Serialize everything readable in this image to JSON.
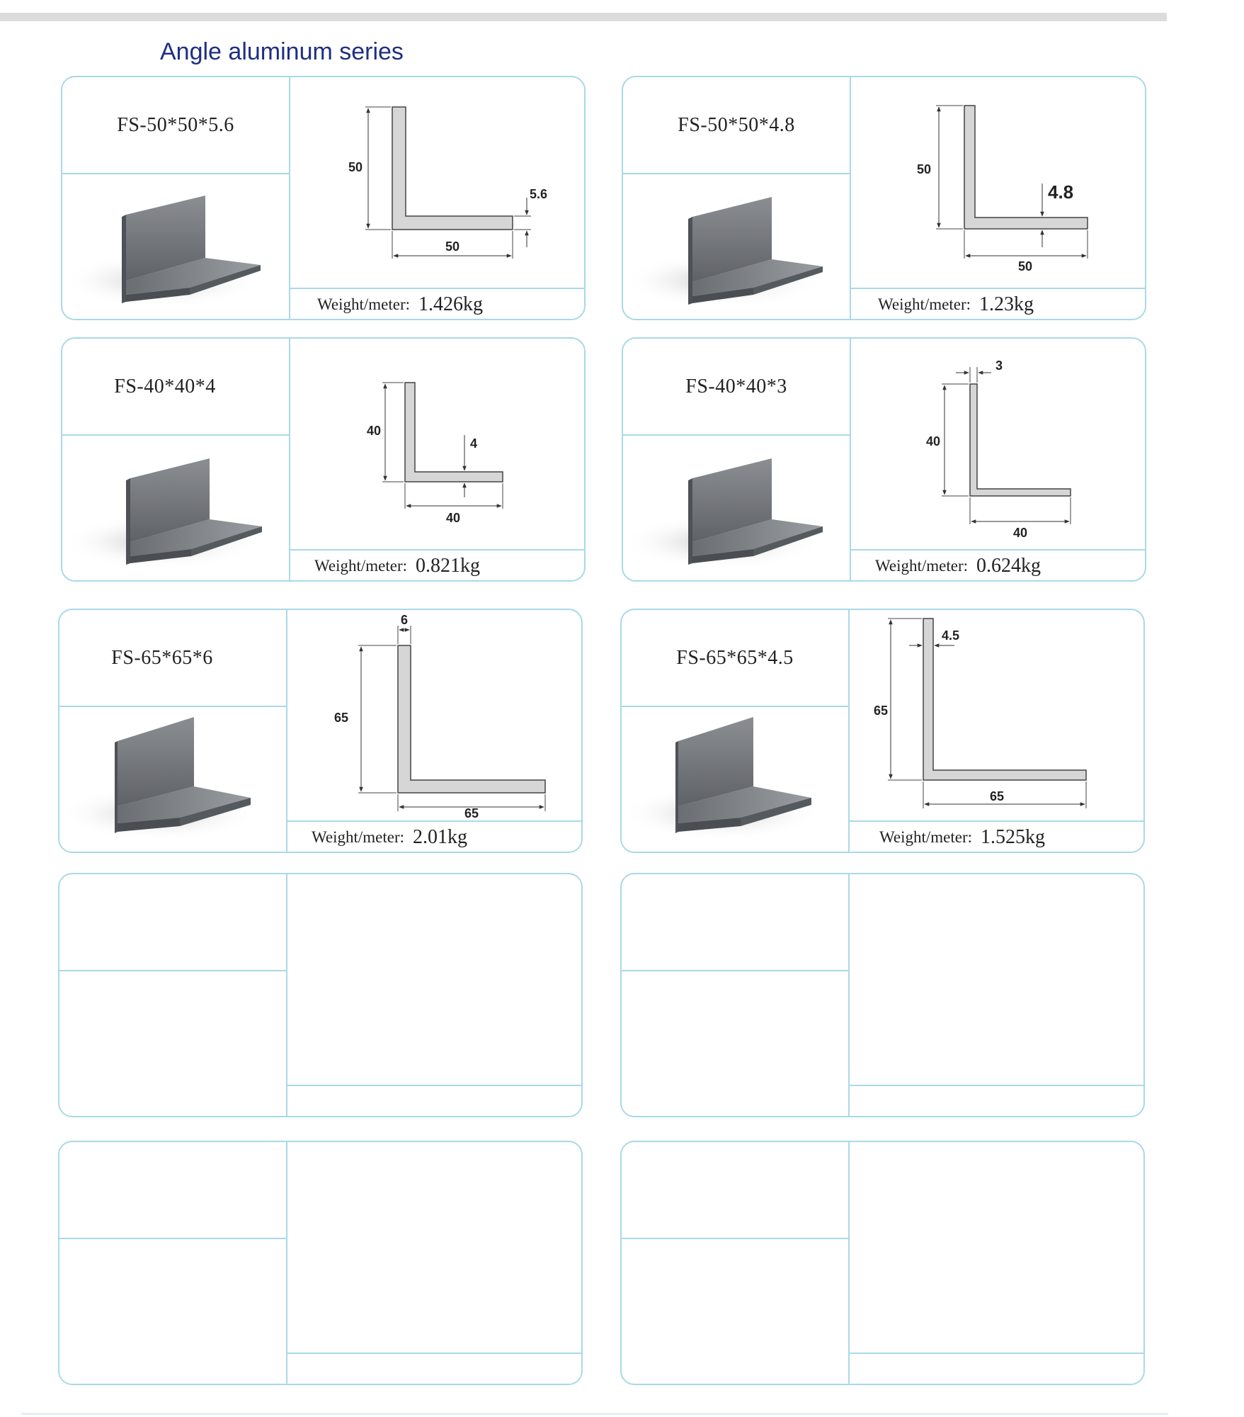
{
  "page": {
    "title": "Angle aluminum series",
    "weight_label": "Weight/meter:"
  },
  "colors": {
    "border": "#a9d9e8",
    "title": "#1f2e83",
    "profile_fill": "#d6d6d6",
    "profile_stroke": "#444444"
  },
  "products": [
    {
      "model": "FS-50*50*5.6",
      "weight": "1.426kg",
      "dims": {
        "height": "50",
        "width": "50",
        "thickness": "5.6"
      }
    },
    {
      "model": "FS-50*50*4.8",
      "weight": "1.23kg",
      "dims": {
        "height": "50",
        "width": "50",
        "thickness": "4.8"
      }
    },
    {
      "model": "FS-40*40*4",
      "weight": "0.821kg",
      "dims": {
        "height": "40",
        "width": "40",
        "thickness": "4"
      }
    },
    {
      "model": "FS-40*40*3",
      "weight": "0.624kg",
      "dims": {
        "height": "40",
        "width": "40",
        "thickness": "3"
      }
    },
    {
      "model": "FS-65*65*6",
      "weight": "2.01kg",
      "dims": {
        "height": "65",
        "width": "65",
        "thickness": "6"
      }
    },
    {
      "model": "FS-65*65*4.5",
      "weight": "1.525kg",
      "dims": {
        "height": "65",
        "width": "65",
        "thickness": "4.5"
      }
    }
  ],
  "empty_cards": 4
}
